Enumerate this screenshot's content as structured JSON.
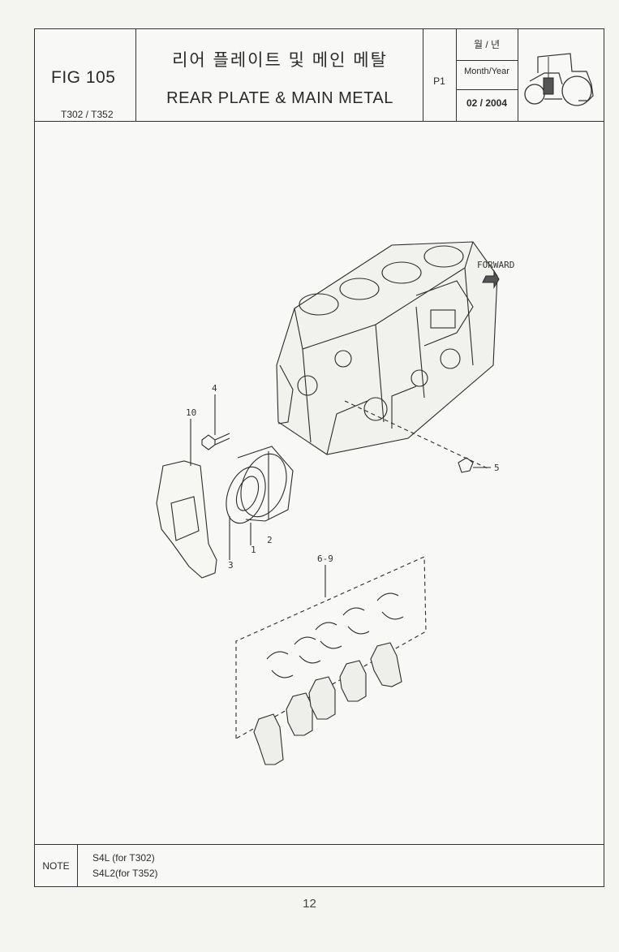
{
  "header": {
    "fig_no": "FIG 105",
    "models": "T302 / T352",
    "title_ko": "리어 플레이트 및 메인 메탈",
    "title_en": "REAR PLATE & MAIN METAL",
    "page_code": "P1",
    "month_year_ko": "월 / 년",
    "month_year_en": "Month/Year",
    "month_year_value": "02 / 2004"
  },
  "diagram": {
    "direction_label": "FORWARD",
    "callouts": {
      "c1": "1",
      "c2": "2",
      "c3": "3",
      "c4": "4",
      "c5": "5",
      "c69": "6-9",
      "c10": "10"
    }
  },
  "note": {
    "label": "NOTE",
    "line1": "S4L  (for T302)",
    "line2": "S4L2(for T352)"
  },
  "footer": {
    "page_number": "12"
  }
}
